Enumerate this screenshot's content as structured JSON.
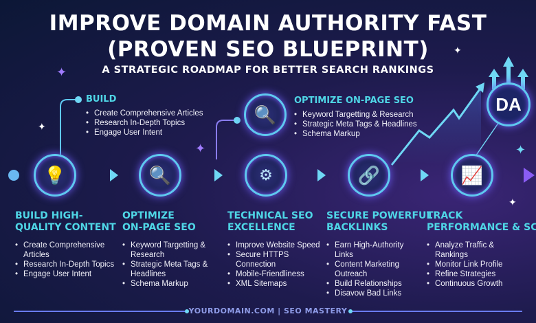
{
  "title_line1": "IMPROVE DOMAIN AUTHORITY FAST",
  "title_line2": "(PROVEN SEO BLUEPRINT)",
  "subtitle": "A STRATEGIC ROADMAP FOR BETTER SEARCH RANKINGS",
  "badge": "DA",
  "colors": {
    "accent": "#4fd6e6",
    "line": "#5fc8f0",
    "background": "#0c1736",
    "purple": "#3a2575"
  },
  "callouts": [
    {
      "heading": "BUILD",
      "items": [
        "Create Comprehensive Articles",
        "Research In-Depth Topics",
        "Engage User Intent"
      ]
    },
    {
      "heading": "OPTIMIZE ON-PAGE SEO",
      "icon": "webpage-search-icon",
      "items": [
        "Keyword Targetting & Research",
        "Strategic Meta Tags & Headlines",
        "Schema Markup"
      ]
    }
  ],
  "steps": [
    {
      "icon": "lightbulb-pencil-icon",
      "heading": "BUILD HIGH-\nQUALITY CONTENT",
      "items": [
        "Create Comprehensive Articles",
        "Research In-Depth Topics",
        "Engage User Intent"
      ]
    },
    {
      "icon": "webpage-search-icon",
      "heading": "OPTIMIZE\nON-PAGE SEO",
      "items": [
        "Keyword Targetting & Research",
        "Strategic Meta Tags & Headlines",
        "Schema Markup"
      ]
    },
    {
      "icon": "gear-code-icon",
      "heading": "TECHNICAL SEO\nEXCELLENCE",
      "items": [
        "Improve Website Speed",
        "Secure HTTPS Connection",
        "Mobile-Friendliness",
        "XML Sitemaps"
      ]
    },
    {
      "icon": "link-anchor-icon",
      "heading": "SECURE POWERFUL\nBACKLINKS",
      "items": [
        "Earn High-Authority Links",
        "Content Marketing Outreach",
        "Build Relationships",
        "Disavow Bad Links"
      ]
    },
    {
      "icon": "chart-rocket-icon",
      "heading": "TRACK\nPERFORMANCE & SCALE",
      "items": [
        "Analyze Traffic & Rankings",
        "Monitor Link Profile",
        "Refine Strategies",
        "Continuous Growth"
      ]
    }
  ],
  "footer": "YOURDOMAIN.COM | SEO MASTERY"
}
